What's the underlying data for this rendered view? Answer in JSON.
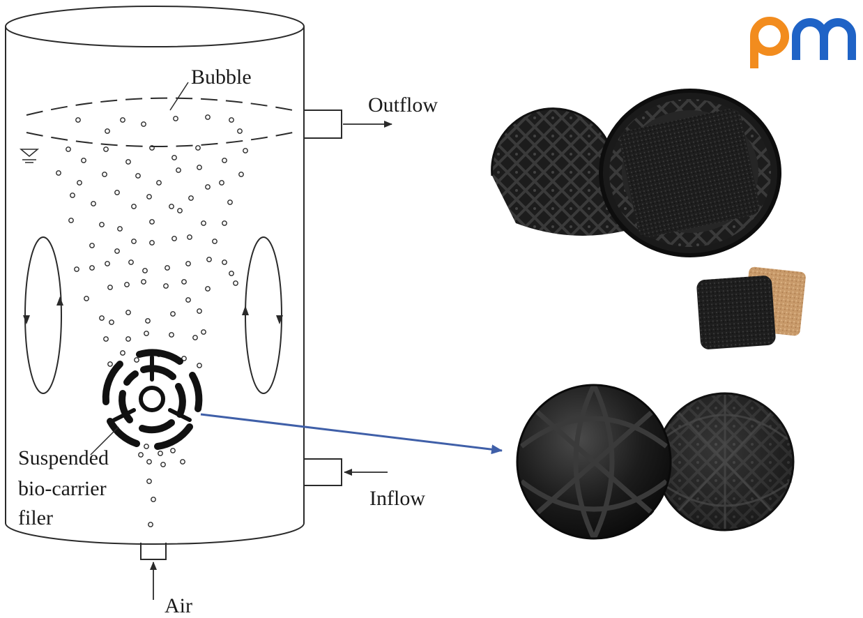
{
  "labels": {
    "bubble": "Bubble",
    "outflow": "Outflow",
    "inflow": "Inflow",
    "air": "Air",
    "carrier_line1": "Suspended",
    "carrier_line2": "bio-carrier",
    "carrier_line3": "filer"
  },
  "logo": {
    "text": "pm",
    "color_p": "#f28c1e",
    "color_m": "#1f63c6"
  },
  "colors": {
    "line": "#2a2a2a",
    "pointer_arrow": "#3f5fa8",
    "carrier": "#111111",
    "sponge_brown": "#c89a6a"
  }
}
